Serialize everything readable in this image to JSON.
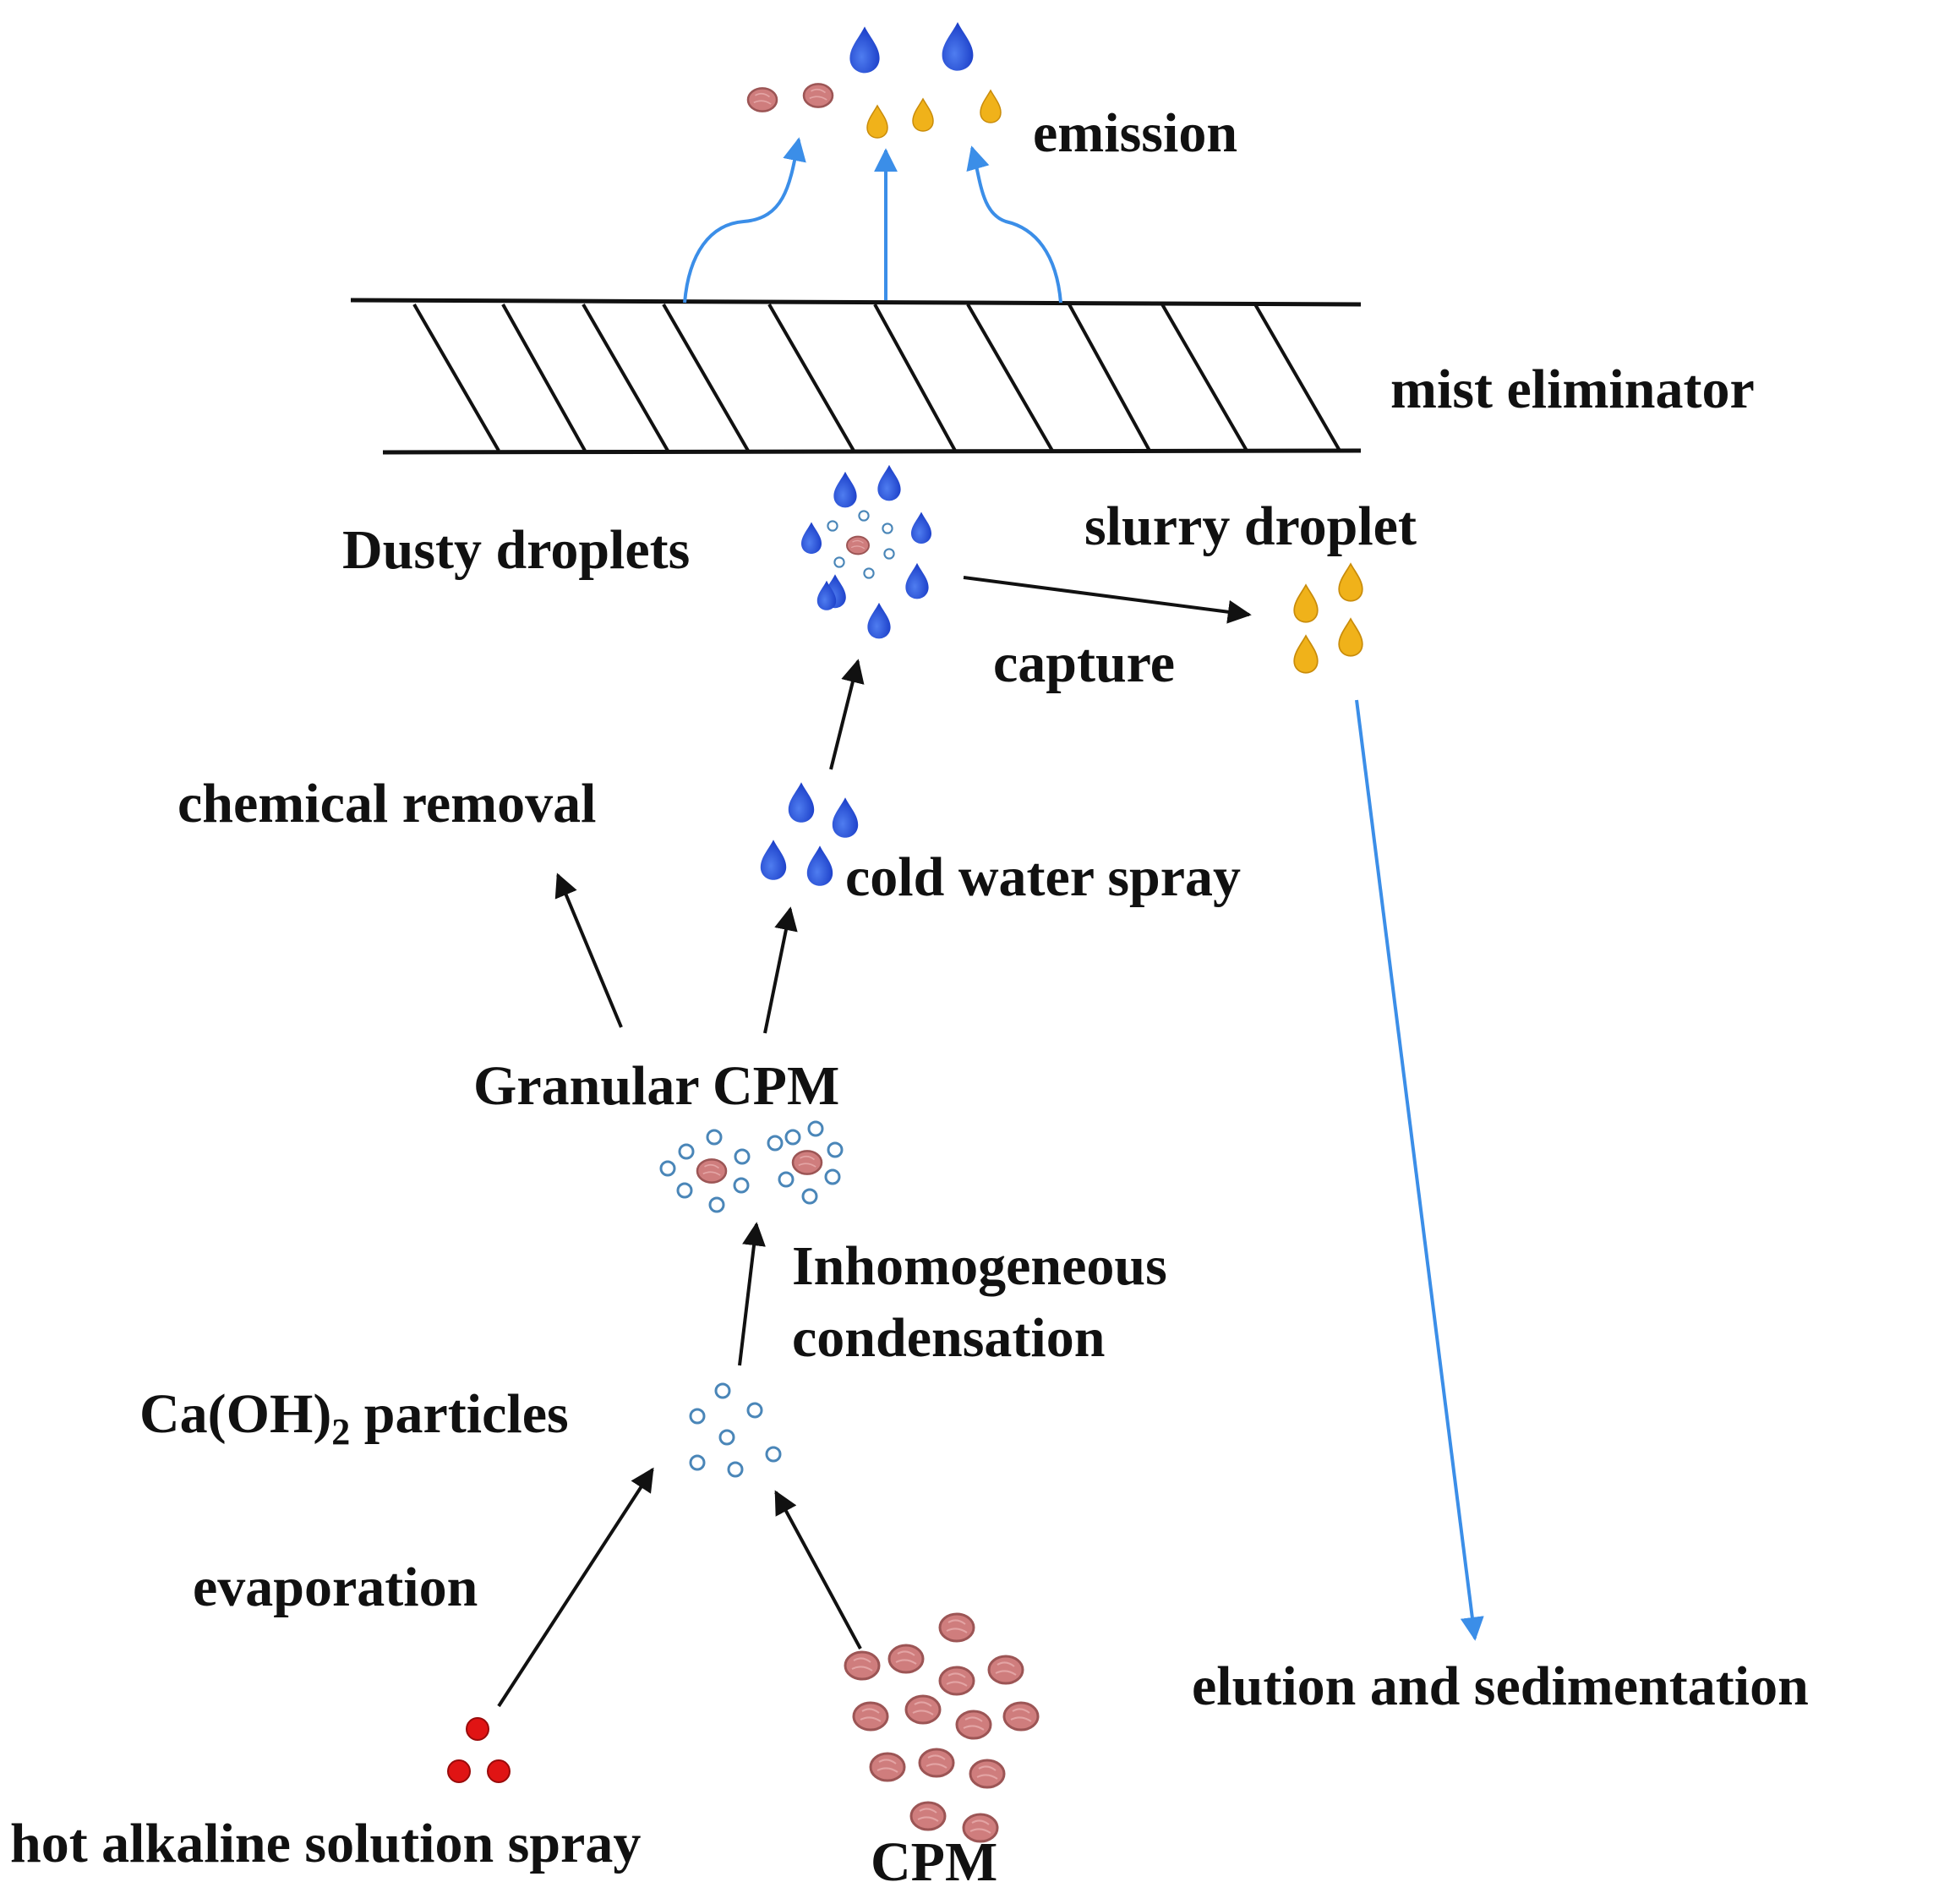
{
  "labels": {
    "emission": "emission",
    "mist_eliminator": "mist eliminator",
    "dusty_droplets": "Dusty droplets",
    "slurry_droplet": "slurry droplet",
    "capture": "capture",
    "chemical_removal": "chemical removal",
    "cold_water_spray": "cold water spray",
    "granular_cpm": "Granular CPM",
    "inhomogeneous": "Inhomogeneous",
    "condensation": "condensation",
    "caoh2_prefix": "Ca(OH)",
    "caoh2_subscript": "2",
    "caoh2_suffix": " particles",
    "evaporation": "evaporation",
    "elution_sedimentation": "elution and sedimentation",
    "hot_alkaline_spray": "hot alkaline solution spray",
    "cpm": "CPM"
  },
  "colors": {
    "water_droplet": "#1f4fd6",
    "slurry_droplet": "#f0b21a",
    "cpm_particle": "#cf7d7d",
    "alkaline_droplet": "#e01414",
    "small_particle_ring": "#4a86b8",
    "blue_arrow": "#3b8ee8",
    "black_arrow": "#111111"
  }
}
